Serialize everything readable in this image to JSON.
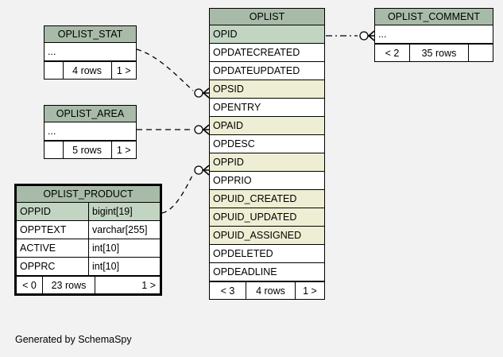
{
  "diagram": {
    "background_color": "#f2f2f2",
    "header_color": "#a8bba8",
    "pk_row_color": "#c2d4c2",
    "fk_row_color": "#eeeed4",
    "caption": "Generated by SchemaSpy"
  },
  "tables": {
    "oplist_stat": {
      "title": "OPLIST_STAT",
      "rows": [
        {
          "name": "...",
          "type": ""
        }
      ],
      "footer": {
        "left": "",
        "middle": "4 rows",
        "right": "1 >"
      }
    },
    "oplist_area": {
      "title": "OPLIST_AREA",
      "rows": [
        {
          "name": "...",
          "type": ""
        }
      ],
      "footer": {
        "left": "",
        "middle": "5 rows",
        "right": "1 >"
      }
    },
    "oplist_product": {
      "title": "OPLIST_PRODUCT",
      "rows": [
        {
          "name": "OPPID",
          "type": "bigint[19]"
        },
        {
          "name": "OPPTEXT",
          "type": "varchar[255]"
        },
        {
          "name": "ACTIVE",
          "type": "int[10]"
        },
        {
          "name": "OPPRC",
          "type": "int[10]"
        }
      ],
      "footer": {
        "left": "< 0",
        "middle": "23 rows",
        "right": "1 >"
      }
    },
    "oplist": {
      "title": "OPLIST",
      "rows": [
        {
          "name": "OPID"
        },
        {
          "name": "OPDATECREATED"
        },
        {
          "name": "OPDATEUPDATED"
        },
        {
          "name": "OPSID"
        },
        {
          "name": "OPENTRY"
        },
        {
          "name": "OPAID"
        },
        {
          "name": "OPDESC"
        },
        {
          "name": "OPPID"
        },
        {
          "name": "OPPRIO"
        },
        {
          "name": "OPUID_CREATED"
        },
        {
          "name": "OPUID_UPDATED"
        },
        {
          "name": "OPUID_ASSIGNED"
        },
        {
          "name": "OPDELETED"
        },
        {
          "name": "OPDEADLINE"
        }
      ],
      "footer": {
        "left": "< 3",
        "middle": "4 rows",
        "right": "1 >"
      }
    },
    "oplist_comment": {
      "title": "OPLIST_COMMENT",
      "rows": [
        {
          "name": "...",
          "type": ""
        }
      ],
      "footer": {
        "left": "< 2",
        "middle": "35 rows",
        "right": ""
      }
    }
  }
}
